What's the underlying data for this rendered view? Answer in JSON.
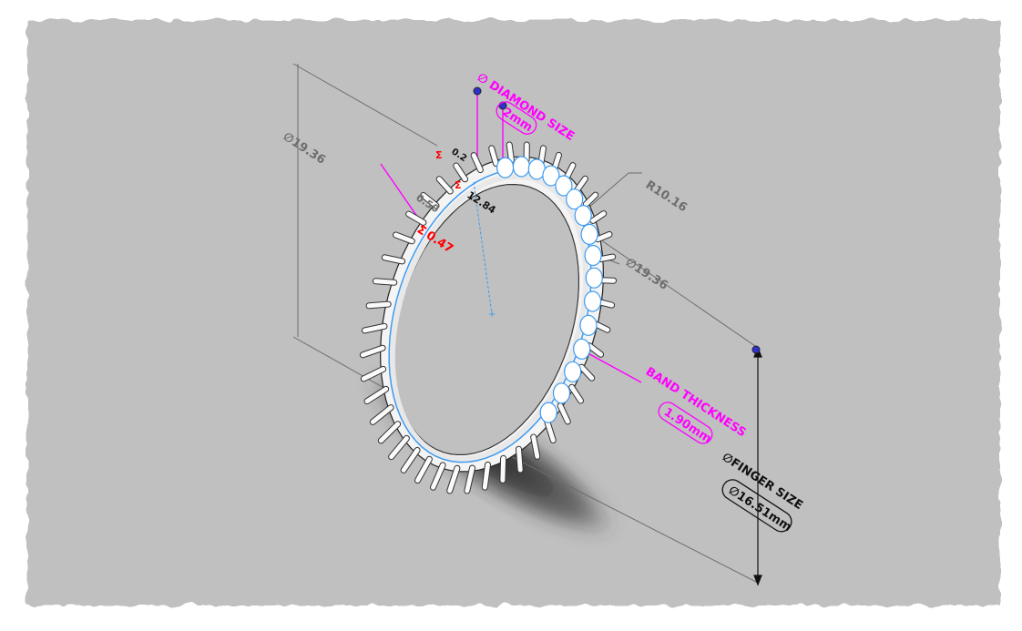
{
  "colors": {
    "canvas_background": "#c0c0c0",
    "frame_white": "#ffffff",
    "dimension_gray": "#6d6d6d",
    "parameter_magenta": "#ff00ff",
    "sketch_blue": "#3c9bf0",
    "constraint_red": "#ff0000"
  },
  "dimensions": {
    "outer_height": "∅19.36",
    "outer_width": "∅19.36",
    "radius": "R10.16",
    "inner_small_a": "0.50",
    "inner_small_b": "0.47",
    "inner_small_c": "12.84",
    "inner_small_d": "0.2"
  },
  "parameters": {
    "diamond_size_label": "∅ DIAMOND SIZE",
    "diamond_size_value": "2mm",
    "band_thickness_label": "BAND THICKNESS",
    "band_thickness_value": "1.90mm",
    "finger_size_label": "∅FINGER SIZE",
    "finger_size_value": "∅16.51mm"
  },
  "symbols": {
    "sigma": "Σ"
  }
}
